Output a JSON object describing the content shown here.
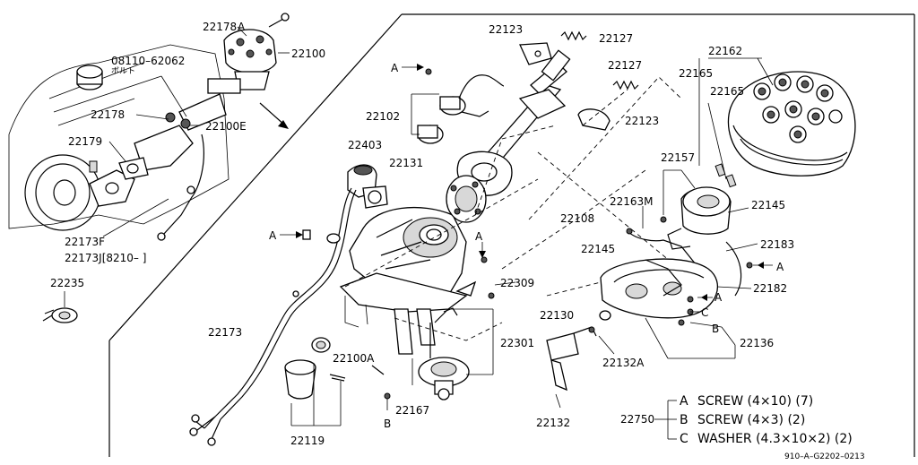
{
  "callouts": {
    "c22178A": "22178",
    "c22178A_letter": "A",
    "c08110": "08110–62062",
    "c08110_sub": "ボルト",
    "c22100": "22100",
    "c22178": "22178",
    "c22100E": "22100E",
    "c22179": "22179",
    "c22173F": "22173F",
    "c22173J": "22173J[8210–    ]",
    "c22235": "22235",
    "c22173": "22173",
    "c22123_top": "22123",
    "c22127_top": "22127",
    "c22127_mid": "22127",
    "c22123_mid": "22123",
    "c22102": "22102",
    "cA_top": "A",
    "c22403": "22403",
    "c22131": "22131",
    "c22108": "22108",
    "cA_left": "A",
    "cA_center": "A",
    "c22309": "22309",
    "c22301": "22301",
    "c22100A": "22100A",
    "c22167": "22167",
    "cB_bottom": "B",
    "c22119": "22119",
    "c22130": "22130",
    "c22132A": "22132A",
    "c22132": "22132",
    "c22162": "22162",
    "c22165a": "22165",
    "c22165b": "22165",
    "c22157": "22157",
    "c22163M": "22163M",
    "c22145a": "22145",
    "c22145b": "22145",
    "c22183": "22183",
    "cA_right1": "A",
    "cA_right2": "A",
    "c22182": "22182",
    "cC": "C",
    "cB_right": "B",
    "c22136": "22136",
    "c22750": "22750"
  },
  "legend": {
    "items": [
      {
        "letter": "A",
        "text": "SCREW (4×10) (7)"
      },
      {
        "letter": "B",
        "text": "SCREW (4×3) (2)"
      },
      {
        "letter": "C",
        "text": "WASHER (4.3×10×2) (2)"
      }
    ]
  },
  "footer_code": "910–A–G2202–0213"
}
